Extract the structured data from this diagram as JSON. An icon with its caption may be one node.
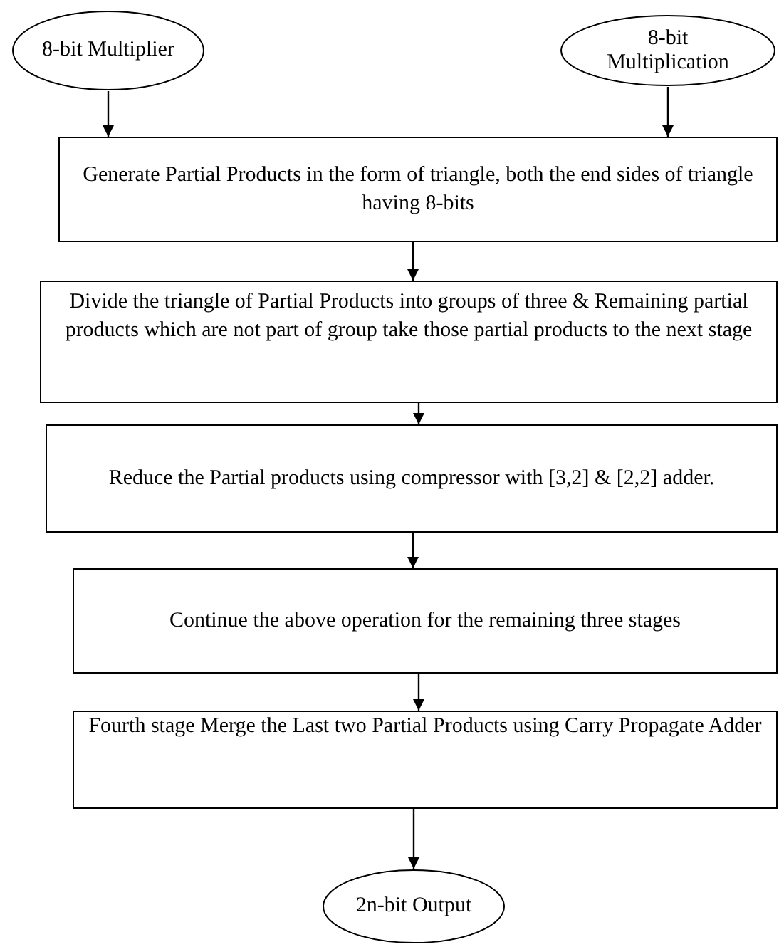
{
  "diagram": {
    "nodes": [
      {
        "text": [
          "8-bit Multiplier"
        ]
      },
      {
        "text": [
          "8-bit Multiplication"
        ]
      },
      {
        "text": [
          "Generate Partial Products in the form of triangle, both the end sides of triangle having 8-bits"
        ]
      },
      {
        "text": [
          "Divide the triangle of Partial Products into groups of three & Remaining partial products which are not part of group take those partial products to the next stage"
        ]
      },
      {
        "text": [
          "Reduce the Partial products using compressor with [3,2] & [2,2] adder."
        ]
      },
      {
        "text": [
          "Continue the above operation for the remaining three stages"
        ]
      },
      {
        "text": [
          "Fourth stage Merge the Last two  Partial Products using Carry Propagate Adder"
        ]
      },
      {
        "text": [
          "2n-bit Output"
        ]
      }
    ],
    "edges": [
      {
        "from": 0,
        "to": 2,
        "arrow": "to"
      },
      {
        "from": 1,
        "to": 2,
        "arrow": "to"
      },
      {
        "from": 2,
        "to": 3,
        "arrow": "to"
      },
      {
        "from": 3,
        "to": 4,
        "arrow": "to"
      },
      {
        "from": 4,
        "to": 5,
        "arrow": "to"
      },
      {
        "from": 5,
        "to": 6,
        "arrow": "to"
      },
      {
        "from": 6,
        "to": 7,
        "arrow": "to"
      }
    ]
  }
}
